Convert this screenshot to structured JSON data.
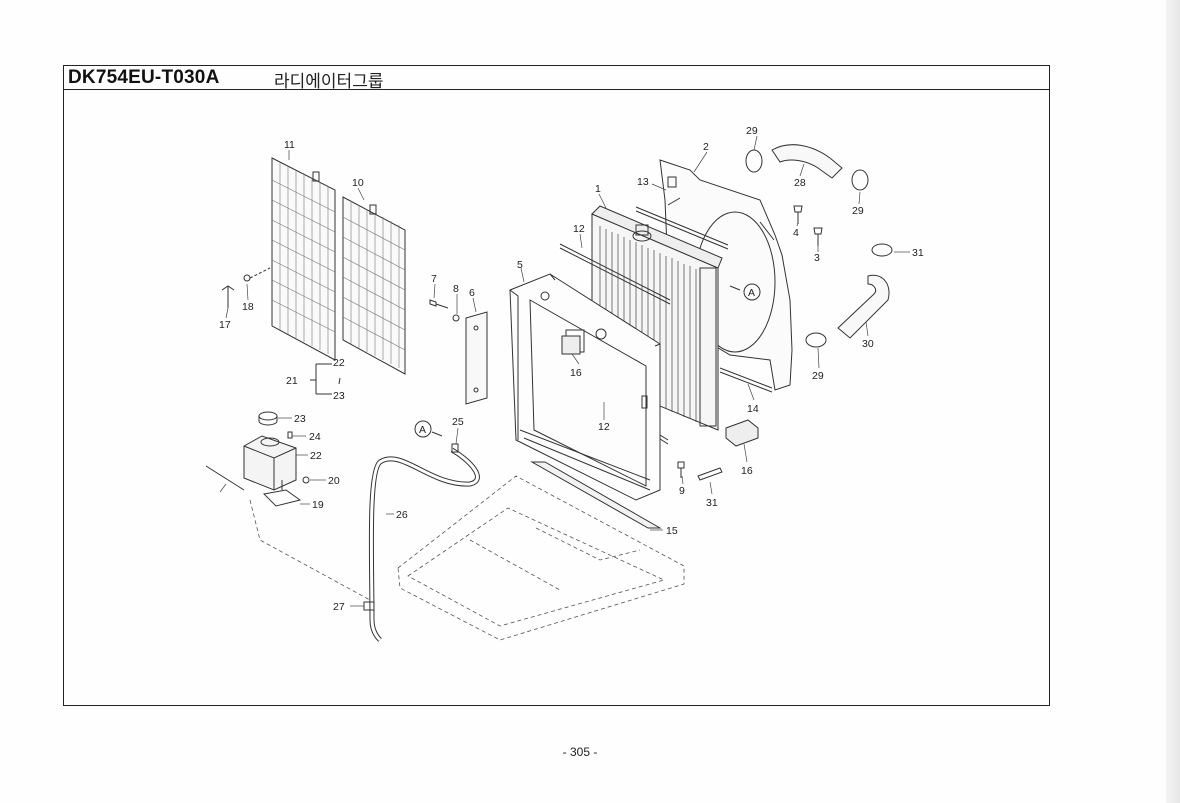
{
  "header": {
    "part_group_code": "DK754EU-T030A",
    "group_name": "라디에이터그룹"
  },
  "callouts": {
    "c1": "1",
    "c2": "2",
    "c3": "3",
    "c4": "4",
    "c5": "5",
    "c6": "6",
    "c7": "7",
    "c8": "8",
    "c9": "9",
    "c10": "10",
    "c11": "11",
    "c12a": "12",
    "c12b": "12",
    "c13": "13",
    "c14": "14",
    "c15": "15",
    "c16a": "16",
    "c16b": "16",
    "c17": "17",
    "c18": "18",
    "c19": "19",
    "c20": "20",
    "c21": "21",
    "c22a": "22",
    "c22b": "22",
    "c23a": "23",
    "c23b": "23",
    "c24": "24",
    "c25": "25",
    "c26": "26",
    "c27": "27",
    "c28": "28",
    "c29a": "29",
    "c29b": "29",
    "c29c": "29",
    "c30": "30",
    "c31a": "31",
    "c31b": "31",
    "markA1": "A",
    "markA2": "A"
  },
  "footer": {
    "page_number": "- 305 -"
  }
}
